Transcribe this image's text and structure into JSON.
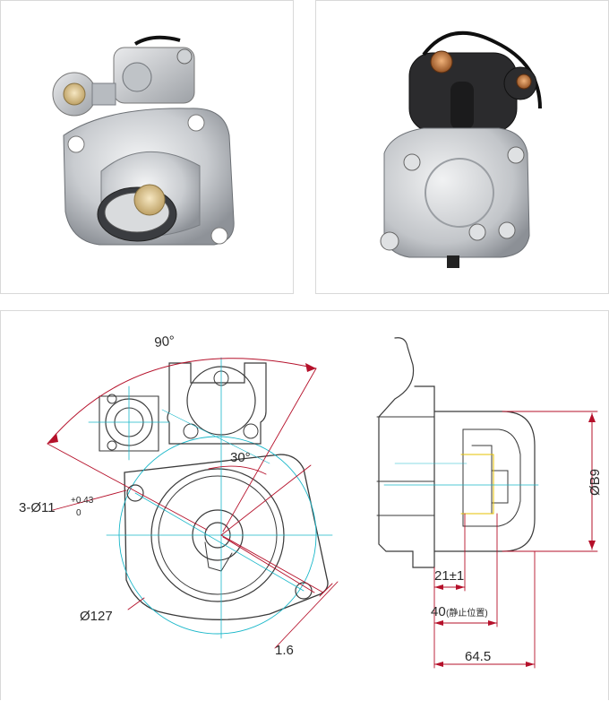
{
  "photos": {
    "front": {
      "subject": "starter-motor-front-view"
    },
    "back": {
      "subject": "starter-motor-rear-view"
    }
  },
  "drawing": {
    "angle_top": "90°",
    "angle_inner": "30°",
    "holes_label": "3-Ø11",
    "holes_tol_upper": "+0.43",
    "holes_tol_lower": "0",
    "circle_dia": "Ø127",
    "clearance": "1.6",
    "body_dia": "ØB9",
    "pinion_offset": "21±1",
    "pinion_rest_prefix": "40",
    "pinion_rest_note": "(静止位置)",
    "overall_length": "64.5"
  },
  "colors": {
    "dim_line": "#b5102a",
    "center_line": "#19b7c9",
    "outline": "#3a3a3a",
    "highlight": "#e6c200"
  }
}
